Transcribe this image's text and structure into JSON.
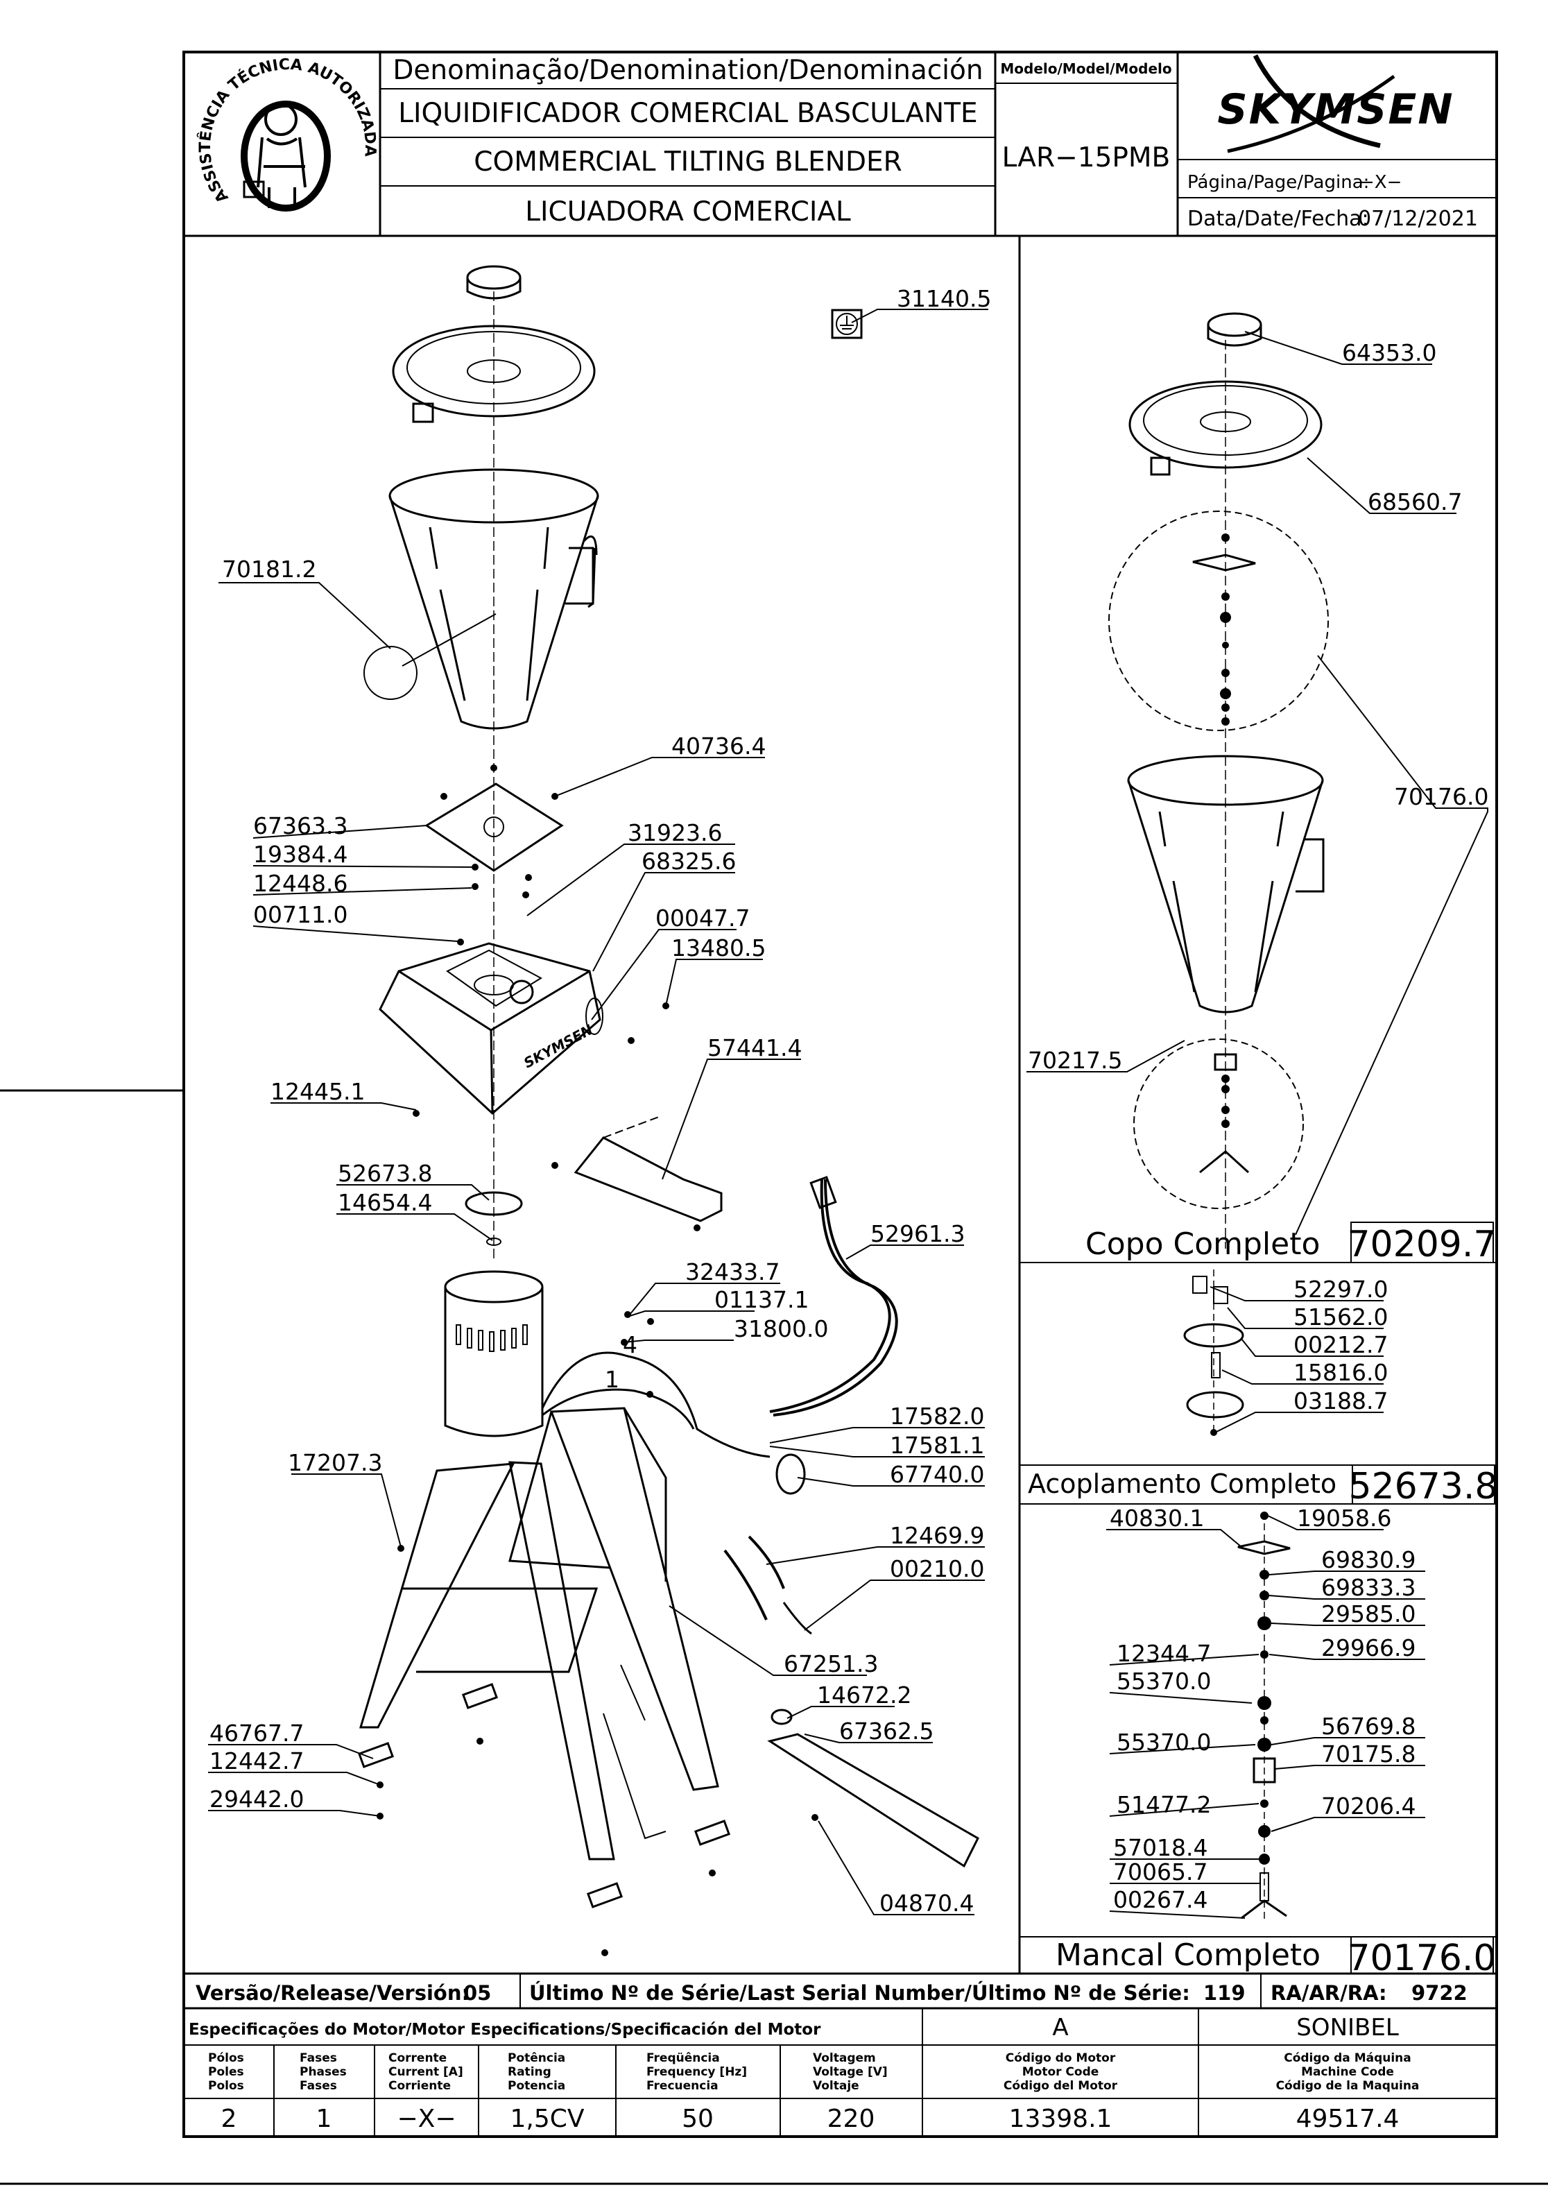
{
  "header": {
    "denomination_label": "Denominação/Denomination/Denominación",
    "name_pt": "LIQUIDIFICADOR  COMERCIAL  BASCULANTE",
    "name_en": "COMMERCIAL  TILTING  BLENDER",
    "name_es": "LICUADORA  COMERCIAL",
    "model_label": "Modelo/Model/Modelo",
    "model_value": "LAR−15PMB",
    "brand": "SKYMSEN",
    "page_label": "Página/Page/Pagina:",
    "page_value": "−X−",
    "date_label": "Data/Date/Fecha:",
    "date_value": "07/12/2021",
    "seal_text": "ASSISTÊNCIA TÉCNICA AUTORIZADA"
  },
  "parts": {
    "p31140_5": "31140.5",
    "p70181_2": "70181.2",
    "p40736_4": "40736.4",
    "p67363_3": "67363.3",
    "p19384_4": "19384.4",
    "p12448_6": "12448.6",
    "p00711_0": "00711.0",
    "p31923_6": "31923.6",
    "p68325_6": "68325.6",
    "p00047_7": "00047.7",
    "p13480_5": "13480.5",
    "p12445_1": "12445.1",
    "p57441_4": "57441.4",
    "p52673_8": "52673.8",
    "p14654_4": "14654.4",
    "p52961_3": "52961.3",
    "p32433_7": "32433.7",
    "p01137_1": "01137.1",
    "p31800_0": "31800.0",
    "p17582_0": "17582.0",
    "p17581_1": "17581.1",
    "p67740_0": "67740.0",
    "p17207_3": "17207.3",
    "p12469_9": "12469.9",
    "p00210_0": "00210.0",
    "p67251_3": "67251.3",
    "p14672_2": "14672.2",
    "p67362_5": "67362.5",
    "p46767_7": "46767.7",
    "p12442_7": "12442.7",
    "p29442_0": "29442.0",
    "p04870_4": "04870.4",
    "p64353_0": "64353.0",
    "p68560_7": "68560.7",
    "p70176_0": "70176.0",
    "p70217_5": "70217.5",
    "p52297_0": "52297.0",
    "p51562_0": "51562.0",
    "p00212_7": "00212.7",
    "p15816_0": "15816.0",
    "p03188_7": "03188.7",
    "p40830_1": "40830.1",
    "p19058_6": "19058.6",
    "p69830_9": "69830.9",
    "p69833_3": "69833.3",
    "p29585_0": "29585.0",
    "p12344_7": "12344.7",
    "p29966_9": "29966.9",
    "p55370_0a": "55370.0",
    "p56769_8": "56769.8",
    "p55370_0b": "55370.0",
    "p70175_8": "70175.8",
    "p51477_2": "51477.2",
    "p70206_4": "70206.4",
    "p57018_4": "57018.4",
    "p70065_7": "70065.7",
    "p00267_4": "00267.4",
    "wire_4": "4",
    "wire_1": "1"
  },
  "subassemblies": {
    "copo_label": "Copo  Completo",
    "copo_code": "70209.7",
    "acop_label": "Acoplamento  Completo",
    "acop_code": "52673.8",
    "mancal_label": "Mancal  Completo",
    "mancal_code": "70176.0"
  },
  "footer": {
    "release_label": "Versão/Release/Versión:",
    "release_value": "05",
    "serial_label": "Último  Nº  de  Série/Last  Serial  Number/Último  Nº  de  Série:",
    "serial_value": "119",
    "ra_label": "RA/AR/RA:",
    "ra_value": "9722",
    "motor_spec_label": "Especificações do Motor/Motor Especifications/Specificación del Motor",
    "motor_letter": "A",
    "motor_brand": "SONIBEL",
    "col_poles": [
      "Pólos",
      "Poles",
      "Polos"
    ],
    "col_phases": [
      "Fases",
      "Phases",
      "Fases"
    ],
    "col_current": [
      "Corrente",
      "Current [A]",
      "Corriente"
    ],
    "col_rating": [
      "Potência",
      "Rating",
      "Potencia"
    ],
    "col_freq": [
      "Freqüência",
      "Frequency [Hz]",
      "Frecuencia"
    ],
    "col_voltage": [
      "Voltagem",
      "Voltage [V]",
      "Voltaje"
    ],
    "col_motor_code": [
      "Código do Motor",
      "Motor Code",
      "Código del Motor"
    ],
    "col_machine_code": [
      "Código da Máquina",
      "Machine Code",
      "Código de la Maquina"
    ],
    "val_poles": "2",
    "val_phases": "1",
    "val_current": "−X−",
    "val_rating": "1,5CV",
    "val_freq": "50",
    "val_voltage": "220",
    "val_motor_code": "13398.1",
    "val_machine_code": "49517.4"
  },
  "icons": {
    "seal": "technician-seal-icon",
    "ground": "ground-symbol-icon",
    "logo": "skymsen-logo"
  }
}
